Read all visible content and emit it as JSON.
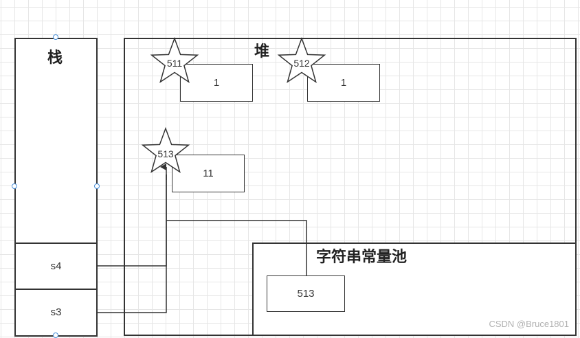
{
  "stack": {
    "title": "栈",
    "slots": [
      "s4",
      "s3"
    ]
  },
  "heap": {
    "title": "堆",
    "objects": [
      {
        "id": "511",
        "value": "1"
      },
      {
        "id": "512",
        "value": "1"
      },
      {
        "id": "513",
        "value": "11"
      }
    ]
  },
  "string_pool": {
    "title": "字符串常量池",
    "entry": "513"
  },
  "watermark": "CSDN @Bruce1801",
  "colors": {
    "stroke": "#333333",
    "handle": "#4a90d9",
    "grid": "#e6e6e6"
  }
}
